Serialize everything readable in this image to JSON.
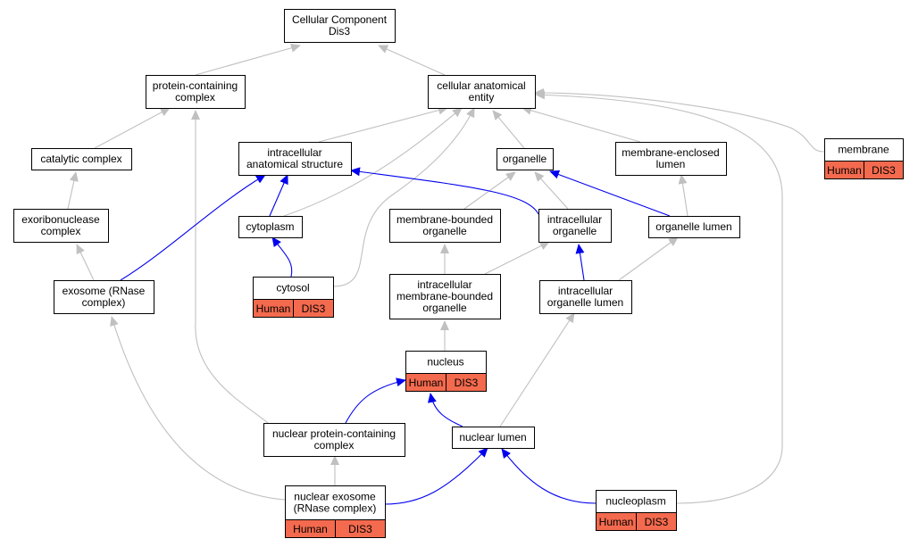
{
  "colors": {
    "gray_edge": "#c0c0c0",
    "blue_edge": "#0000ee",
    "annotation_fill": "#f46a4e"
  },
  "nodes": [
    {
      "id": "cc",
      "lines": [
        "Cellular Component",
        "Dis3"
      ]
    },
    {
      "id": "pcc",
      "lines": [
        "protein-containing",
        "complex"
      ]
    },
    {
      "id": "cae",
      "lines": [
        "cellular anatomical",
        "entity"
      ]
    },
    {
      "id": "catc",
      "lines": [
        "catalytic complex"
      ]
    },
    {
      "id": "ias",
      "lines": [
        "intracellular",
        "anatomical structure"
      ]
    },
    {
      "id": "org",
      "lines": [
        "organelle"
      ]
    },
    {
      "id": "mel",
      "lines": [
        "membrane-enclosed",
        "lumen"
      ]
    },
    {
      "id": "mem",
      "lines": [
        "membrane"
      ],
      "annotation": [
        "Human",
        "DIS3"
      ]
    },
    {
      "id": "exo",
      "lines": [
        "exoribonuclease",
        "complex"
      ]
    },
    {
      "id": "cyt",
      "lines": [
        "cytoplasm"
      ]
    },
    {
      "id": "mbo",
      "lines": [
        "membrane-bounded",
        "organelle"
      ]
    },
    {
      "id": "io",
      "lines": [
        "intracellular",
        "organelle"
      ]
    },
    {
      "id": "ol",
      "lines": [
        "organelle lumen"
      ]
    },
    {
      "id": "exrna",
      "lines": [
        "exosome (RNase",
        "complex)"
      ]
    },
    {
      "id": "cytosol",
      "lines": [
        "cytosol"
      ],
      "annotation": [
        "Human",
        "DIS3"
      ]
    },
    {
      "id": "imbo",
      "lines": [
        "intracellular",
        "membrane-bounded",
        "organelle"
      ]
    },
    {
      "id": "iol",
      "lines": [
        "intracellular",
        "organelle lumen"
      ]
    },
    {
      "id": "nuc",
      "lines": [
        "nucleus"
      ],
      "annotation": [
        "Human",
        "DIS3"
      ]
    },
    {
      "id": "npc",
      "lines": [
        "nuclear protein-containing",
        "complex"
      ]
    },
    {
      "id": "nl",
      "lines": [
        "nuclear lumen"
      ]
    },
    {
      "id": "nexo",
      "lines": [
        "nuclear exosome",
        "(RNase complex)"
      ],
      "annotation": [
        "Human",
        "DIS3"
      ]
    },
    {
      "id": "np",
      "lines": [
        "nucleoplasm"
      ],
      "annotation": [
        "Human",
        "DIS3"
      ]
    }
  ],
  "edges": [
    {
      "from": "pcc",
      "to": "cc",
      "type": "is_a"
    },
    {
      "from": "cae",
      "to": "cc",
      "type": "is_a"
    },
    {
      "from": "catc",
      "to": "pcc",
      "type": "is_a"
    },
    {
      "from": "exo",
      "to": "catc",
      "type": "is_a"
    },
    {
      "from": "exrna",
      "to": "exo",
      "type": "is_a"
    },
    {
      "from": "npc",
      "to": "pcc",
      "type": "is_a"
    },
    {
      "from": "ias",
      "to": "cae",
      "type": "is_a"
    },
    {
      "from": "cyt",
      "to": "cae",
      "type": "is_a"
    },
    {
      "from": "cytosol",
      "to": "cae",
      "type": "is_a"
    },
    {
      "from": "org",
      "to": "cae",
      "type": "is_a"
    },
    {
      "from": "mel",
      "to": "cae",
      "type": "is_a"
    },
    {
      "from": "mem",
      "to": "cae",
      "type": "is_a"
    },
    {
      "from": "np",
      "to": "cae",
      "type": "is_a"
    },
    {
      "from": "mbo",
      "to": "org",
      "type": "is_a"
    },
    {
      "from": "io",
      "to": "org",
      "type": "is_a"
    },
    {
      "from": "ol",
      "to": "mel",
      "type": "is_a"
    },
    {
      "from": "imbo",
      "to": "mbo",
      "type": "is_a"
    },
    {
      "from": "imbo",
      "to": "io",
      "type": "is_a"
    },
    {
      "from": "iol",
      "to": "ol",
      "type": "is_a"
    },
    {
      "from": "nuc",
      "to": "imbo",
      "type": "is_a"
    },
    {
      "from": "nl",
      "to": "iol",
      "type": "is_a"
    },
    {
      "from": "nexo",
      "to": "npc",
      "type": "is_a"
    },
    {
      "from": "nexo",
      "to": "exrna",
      "type": "is_a"
    },
    {
      "from": "exrna",
      "to": "ias",
      "type": "part_of"
    },
    {
      "from": "cyt",
      "to": "ias",
      "type": "part_of"
    },
    {
      "from": "io",
      "to": "ias",
      "type": "part_of"
    },
    {
      "from": "cytosol",
      "to": "cyt",
      "type": "part_of"
    },
    {
      "from": "ol",
      "to": "org",
      "type": "part_of"
    },
    {
      "from": "iol",
      "to": "io",
      "type": "part_of"
    },
    {
      "from": "npc",
      "to": "nuc",
      "type": "part_of"
    },
    {
      "from": "nl",
      "to": "nuc",
      "type": "part_of"
    },
    {
      "from": "nexo",
      "to": "nl",
      "type": "part_of"
    },
    {
      "from": "np",
      "to": "nl",
      "type": "part_of"
    }
  ]
}
